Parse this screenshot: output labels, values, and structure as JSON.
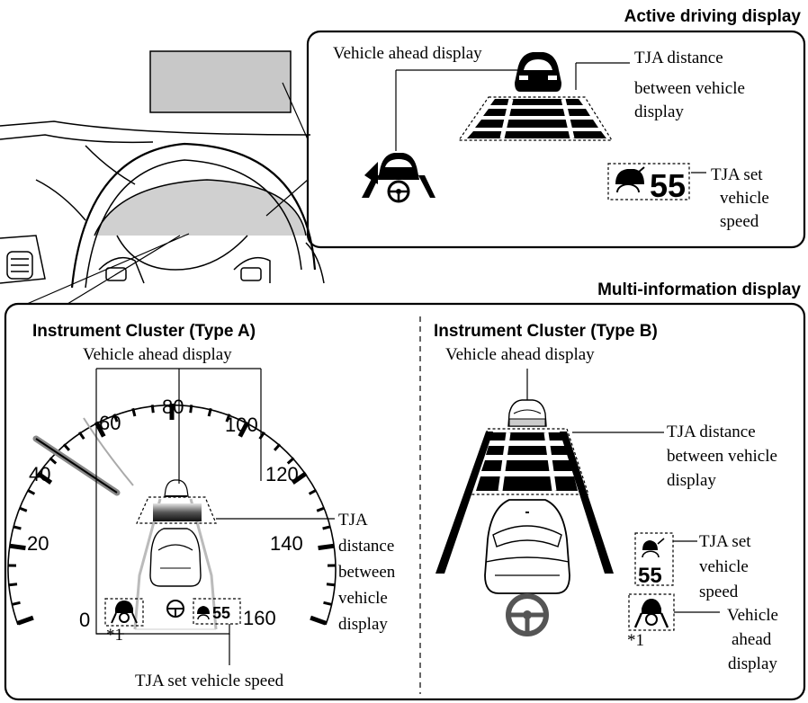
{
  "headings": {
    "active_driving_display": "Active driving display",
    "multi_information_display": "Multi-information display",
    "cluster_type_a": "Instrument Cluster (Type A)",
    "cluster_type_b": "Instrument Cluster (Type B)"
  },
  "active_driving": {
    "vehicle_ahead_display": "Vehicle ahead display",
    "tja_distance": [
      "TJA distance",
      "between vehicle",
      "display"
    ],
    "tja_set_speed": [
      "TJA set",
      "vehicle",
      "speed"
    ],
    "speed_value": "55"
  },
  "type_a": {
    "vehicle_ahead_display": "Vehicle ahead display",
    "tja_distance": [
      "TJA",
      "distance",
      "between",
      "vehicle",
      "display"
    ],
    "tja_set_vehicle_speed": "TJA set vehicle speed",
    "speed_value": "55",
    "footnote": "*1",
    "dial_labels": [
      "0",
      "20",
      "40",
      "60",
      "80",
      "100",
      "120",
      "140",
      "160"
    ]
  },
  "type_b": {
    "vehicle_ahead_display": "Vehicle ahead display",
    "tja_distance": [
      "TJA distance",
      "between vehicle",
      "display"
    ],
    "tja_set_speed": [
      "TJA set",
      "vehicle",
      "speed"
    ],
    "vehicle_ahead_side": [
      "Vehicle",
      "ahead",
      "display"
    ],
    "speed_value": "55",
    "footnote": "*1"
  },
  "icons": [
    "car-front-icon",
    "steering-wheel-icon",
    "speedometer-car-icon",
    "lane-icon"
  ]
}
